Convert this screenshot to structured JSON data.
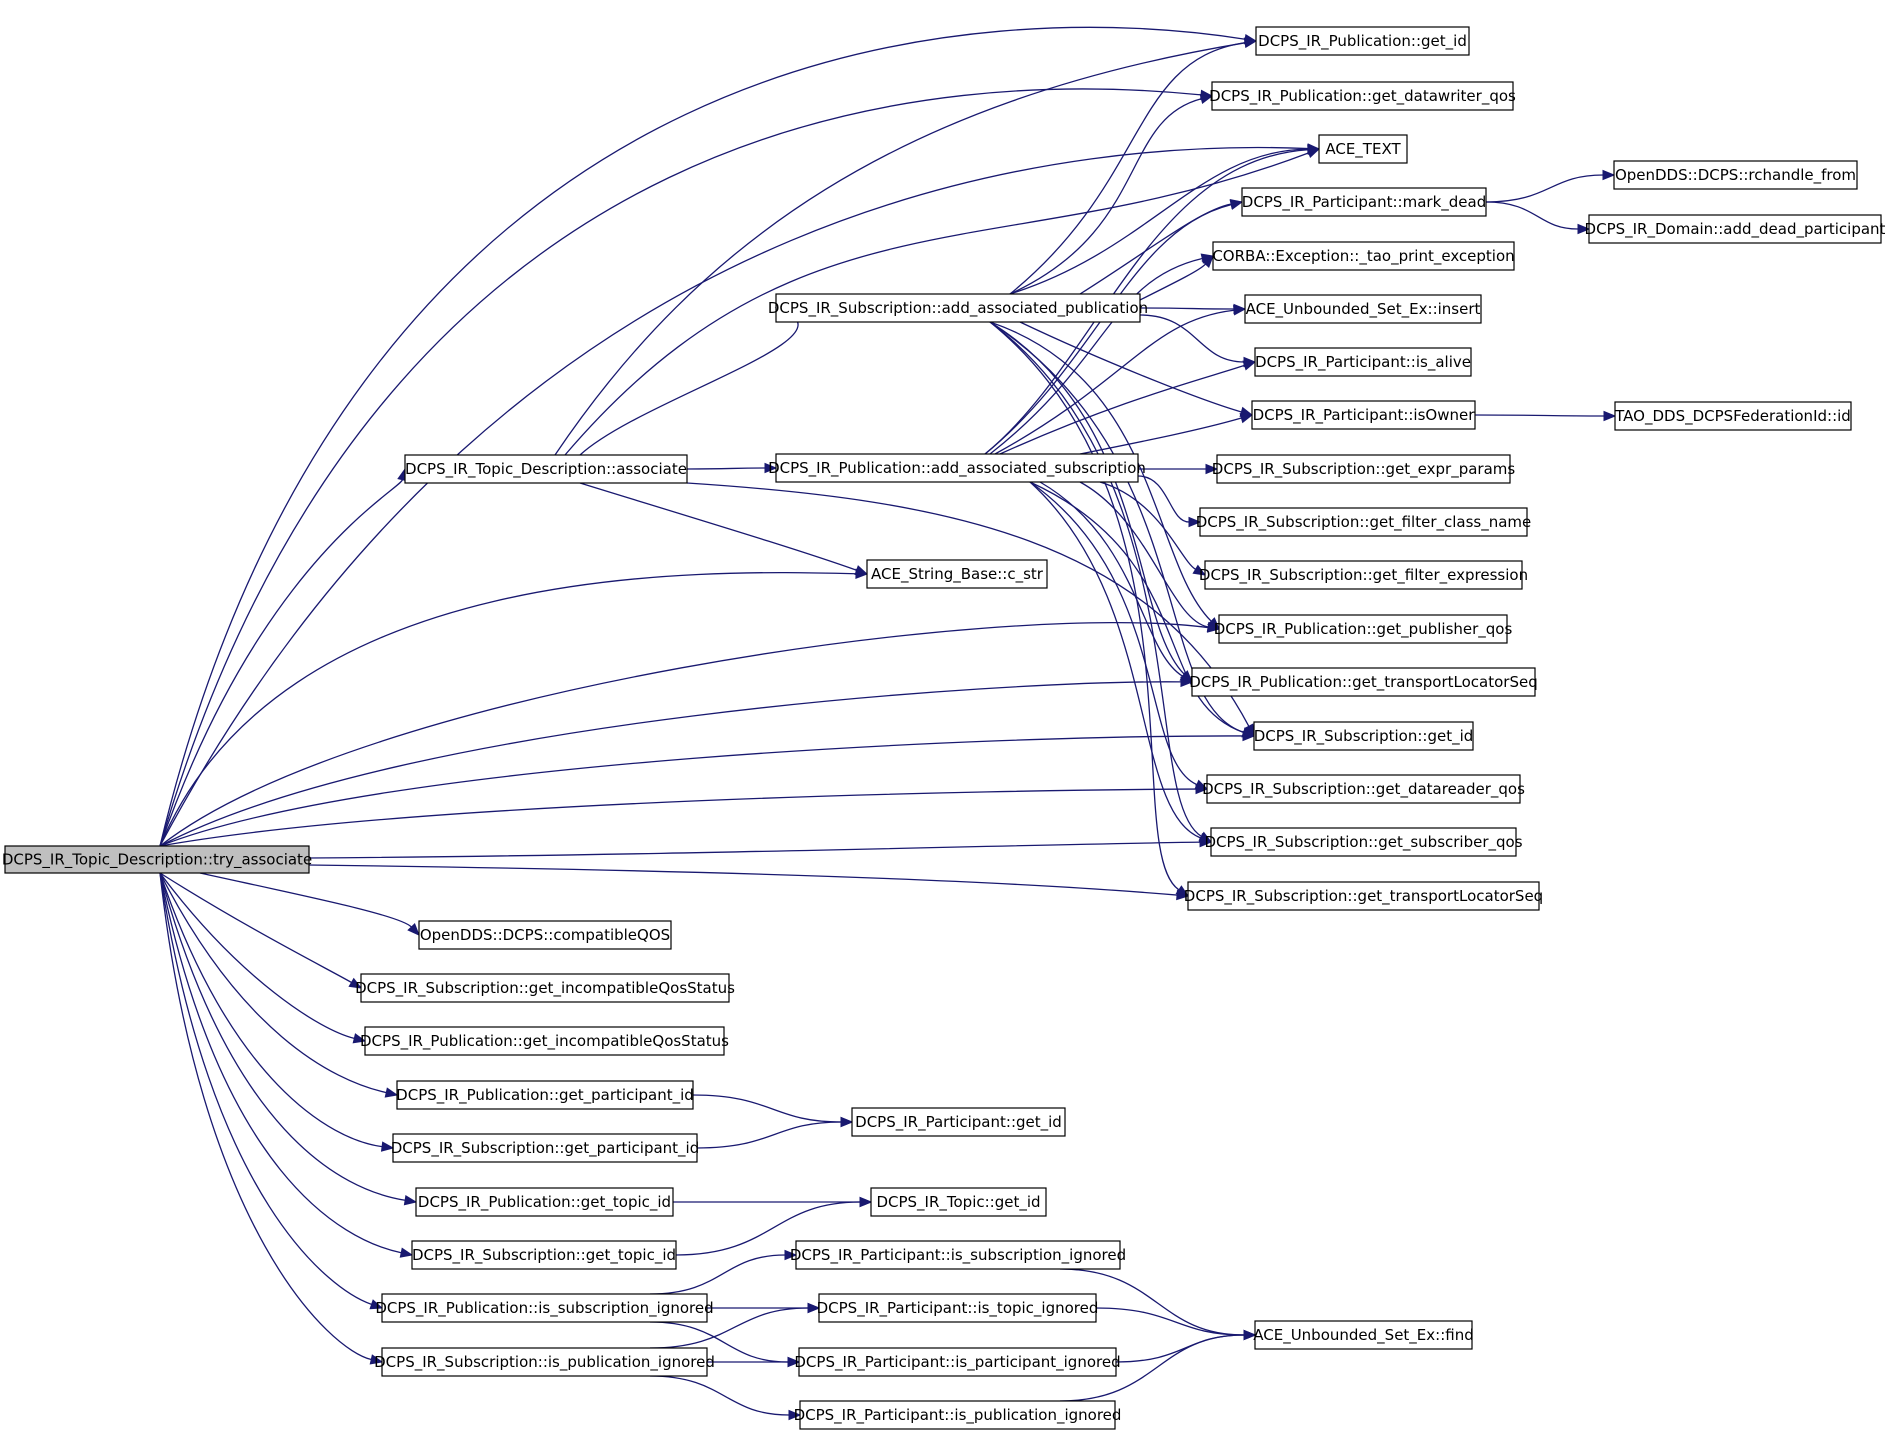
{
  "colors": {
    "edge": "#191970",
    "root_fill": "#bfbfbf",
    "node_fill": "#ffffff",
    "node_border": "#000000"
  },
  "nodes": {
    "root": "DCPS_IR_Topic_Description::try_associate",
    "td_associate": "DCPS_IR_Topic_Description::associate",
    "sub_add_assoc_pub": "DCPS_IR_Subscription::add_associated_publication",
    "pub_add_assoc_sub": "DCPS_IR_Publication::add_associated_subscription",
    "ace_cstr": "ACE_String_Base::c_str",
    "pub_get_id": "DCPS_IR_Publication::get_id",
    "pub_get_dw_qos": "DCPS_IR_Publication::get_datawriter_qos",
    "ace_text": "ACE_TEXT",
    "part_mark_dead": "DCPS_IR_Participant::mark_dead",
    "corba_exc": "CORBA::Exception::_tao_print_exception",
    "set_insert": "ACE_Unbounded_Set_Ex::insert",
    "part_is_alive": "DCPS_IR_Participant::is_alive",
    "part_is_owner": "DCPS_IR_Participant::isOwner",
    "sub_get_expr": "DCPS_IR_Subscription::get_expr_params",
    "sub_get_filter_class": "DCPS_IR_Subscription::get_filter_class_name",
    "sub_get_filter_expr": "DCPS_IR_Subscription::get_filter_expression",
    "pub_get_pub_qos": "DCPS_IR_Publication::get_publisher_qos",
    "pub_get_tls": "DCPS_IR_Publication::get_transportLocatorSeq",
    "sub_get_id": "DCPS_IR_Subscription::get_id",
    "sub_get_dr_qos": "DCPS_IR_Subscription::get_datareader_qos",
    "sub_get_sub_qos": "DCPS_IR_Subscription::get_subscriber_qos",
    "sub_get_tls": "DCPS_IR_Subscription::get_transportLocatorSeq",
    "rchandle": "OpenDDS::DCPS::rchandle_from",
    "domain_add_dead": "DCPS_IR_Domain::add_dead_participant",
    "fed_id": "TAO_DDS_DCPSFederationId::id",
    "compat_qos": "OpenDDS::DCPS::compatibleQOS",
    "sub_incompat": "DCPS_IR_Subscription::get_incompatibleQosStatus",
    "pub_incompat": "DCPS_IR_Publication::get_incompatibleQosStatus",
    "pub_part_id": "DCPS_IR_Publication::get_participant_id",
    "sub_part_id": "DCPS_IR_Subscription::get_participant_id",
    "part_get_id": "DCPS_IR_Participant::get_id",
    "pub_topic_id": "DCPS_IR_Publication::get_topic_id",
    "sub_topic_id": "DCPS_IR_Subscription::get_topic_id",
    "topic_get_id": "DCPS_IR_Topic::get_id",
    "pub_is_sub_ign": "DCPS_IR_Publication::is_subscription_ignored",
    "sub_is_pub_ign": "DCPS_IR_Subscription::is_publication_ignored",
    "part_is_sub_ign": "DCPS_IR_Participant::is_subscription_ignored",
    "part_is_topic_ign": "DCPS_IR_Participant::is_topic_ignored",
    "part_is_part_ign": "DCPS_IR_Participant::is_participant_ignored",
    "part_is_pub_ign": "DCPS_IR_Participant::is_publication_ignored",
    "set_find": "ACE_Unbounded_Set_Ex::find"
  }
}
